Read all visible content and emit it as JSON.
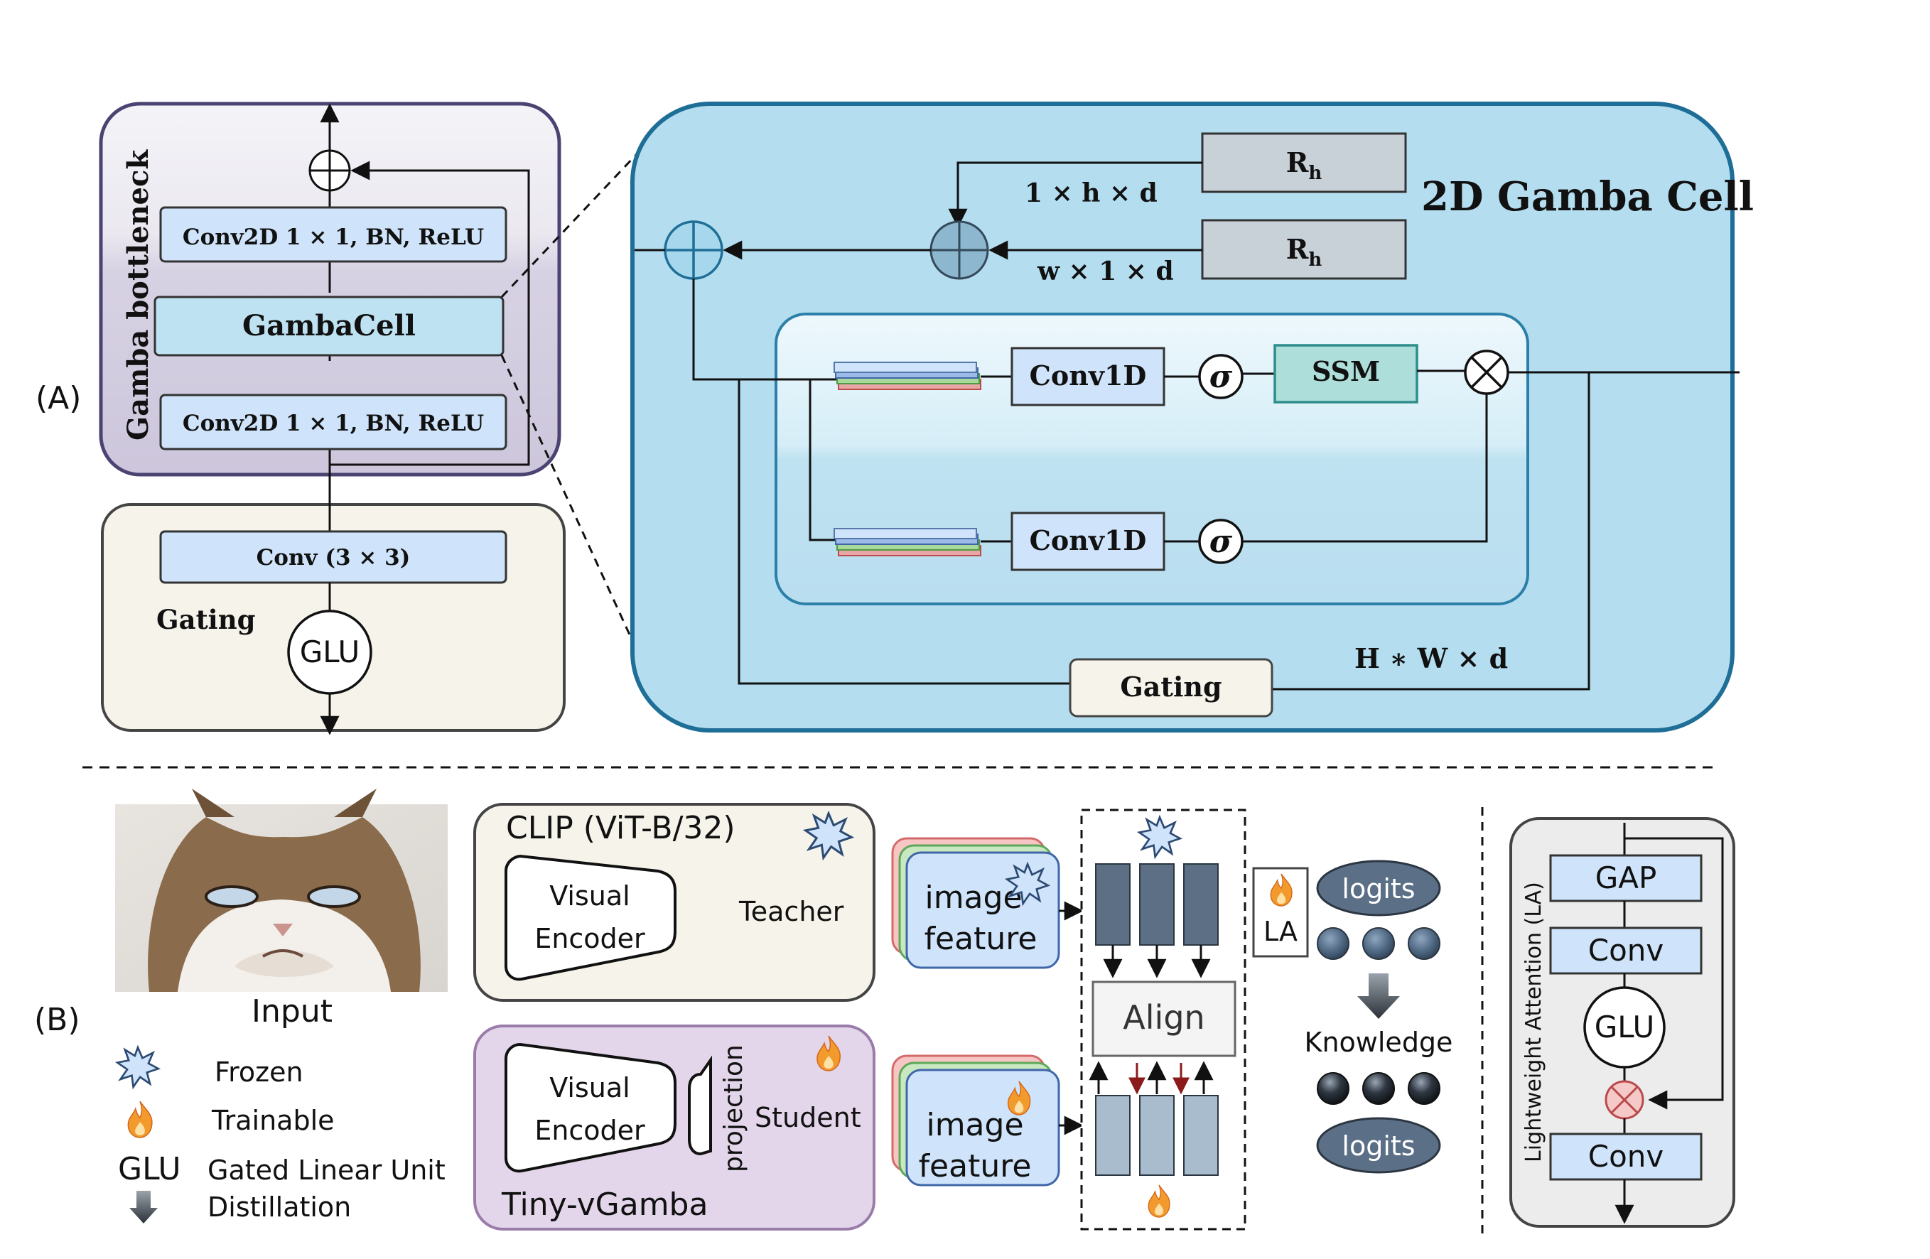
{
  "colors": {
    "bottleneck_fill": "#d7d2e3",
    "bottleneck_stroke": "#4b4472",
    "gating_fill": "#f6f3ea",
    "block_fill": "#cfe4fa",
    "cell_fill": "#b4def0",
    "cell_stroke": "#1f6e97",
    "inner_fill": "#c2e3f2",
    "inner_stroke": "#2c7fa8",
    "r_fill": "#c8d0d8",
    "ssm_fill": "#aeded9",
    "ssm_stroke": "#2d8d8b",
    "clip_fill": "#f6f3ea",
    "student_fill": "#e3d6ea",
    "student_stroke": "#9a7cab",
    "feature_fill": "#cfe4fa",
    "bar_dark": "#5d6f84",
    "bar_light": "#a8bccd",
    "logits_fill": "#5b6f86",
    "la_fill": "#ececec",
    "flame_orange": "#f08a24"
  },
  "labels": {
    "part_a": "(A)",
    "part_b": "(B)"
  },
  "bottleneck": {
    "title": "Gamba bottleneck",
    "conv_top": "Conv2D 1 × 1, BN, ReLU",
    "gamba_cell": "GambaCell",
    "conv_bottom": "Conv2D 1 × 1, BN, ReLU"
  },
  "gating_block": {
    "conv": "Conv (3 × 3)",
    "gating_label": "Gating",
    "glu": "GLU"
  },
  "cell": {
    "title": "2D Gamba Cell",
    "r_top": "R",
    "r_top_sub": "h",
    "r_bottom": "R",
    "r_bottom_sub": "h",
    "dim_top": "1 × h × d",
    "dim_bottom": "w × 1 × d",
    "conv1d_top": "Conv1D",
    "conv1d_bottom": "Conv1D",
    "sigma": "σ",
    "ssm": "SSM",
    "gating": "Gating",
    "hw_dim": "H ∗ W × d"
  },
  "distill": {
    "input_label": "Input",
    "clip_title": "CLIP (ViT-B/32)",
    "visual_encoder": "Visual\nEncoder",
    "teacher": "Teacher",
    "student_title": "Tiny-vGamba",
    "student": "Student",
    "projection": "projection",
    "image_feature": "image\nfeature",
    "align": "Align",
    "la_box": "LA",
    "logits_top": "logits",
    "logits_bottom": "logits",
    "knowledge": "Knowledge"
  },
  "legend": {
    "frozen": "Frozen",
    "trainable": "Trainable",
    "glu_abbr": "GLU",
    "glu_full": "Gated Linear Unit",
    "distillation": "Distillation"
  },
  "la_panel": {
    "title": "Lightweight Attention (LA)",
    "gap": "GAP",
    "conv_top": "Conv",
    "glu": "GLU",
    "conv_bottom": "Conv"
  },
  "icons": [
    "frozen-star-icon",
    "trainable-flame-icon",
    "distillation-arrow-icon",
    "add-circle-icon",
    "multiply-circle-icon",
    "cat-photo"
  ]
}
